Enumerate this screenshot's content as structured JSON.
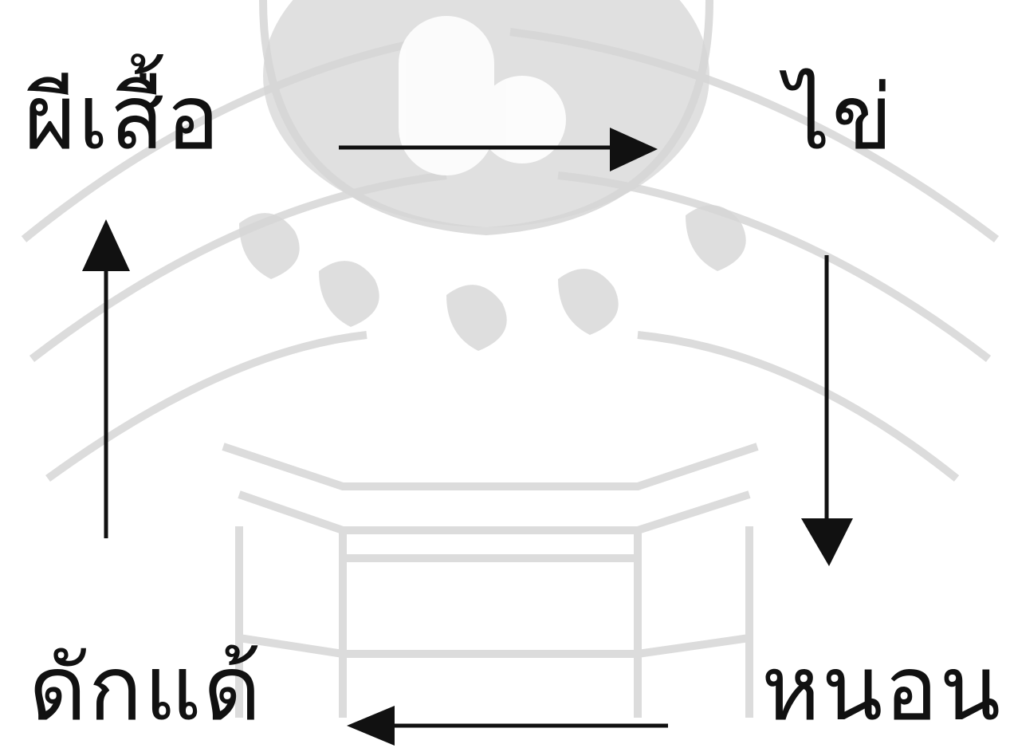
{
  "stages": {
    "butterfly": "ผีเสื้อ",
    "egg": "ไข่",
    "larva": "หนอน",
    "pupa": "ดักแด้"
  },
  "colors": {
    "text": "#111111",
    "arrow": "#111111",
    "watermark": "#d0d0d0"
  },
  "arrows": [
    {
      "from": "butterfly",
      "to": "egg",
      "direction": "right"
    },
    {
      "from": "egg",
      "to": "larva",
      "direction": "down"
    },
    {
      "from": "larva",
      "to": "pupa",
      "direction": "left"
    },
    {
      "from": "pupa",
      "to": "butterfly",
      "direction": "up"
    }
  ]
}
